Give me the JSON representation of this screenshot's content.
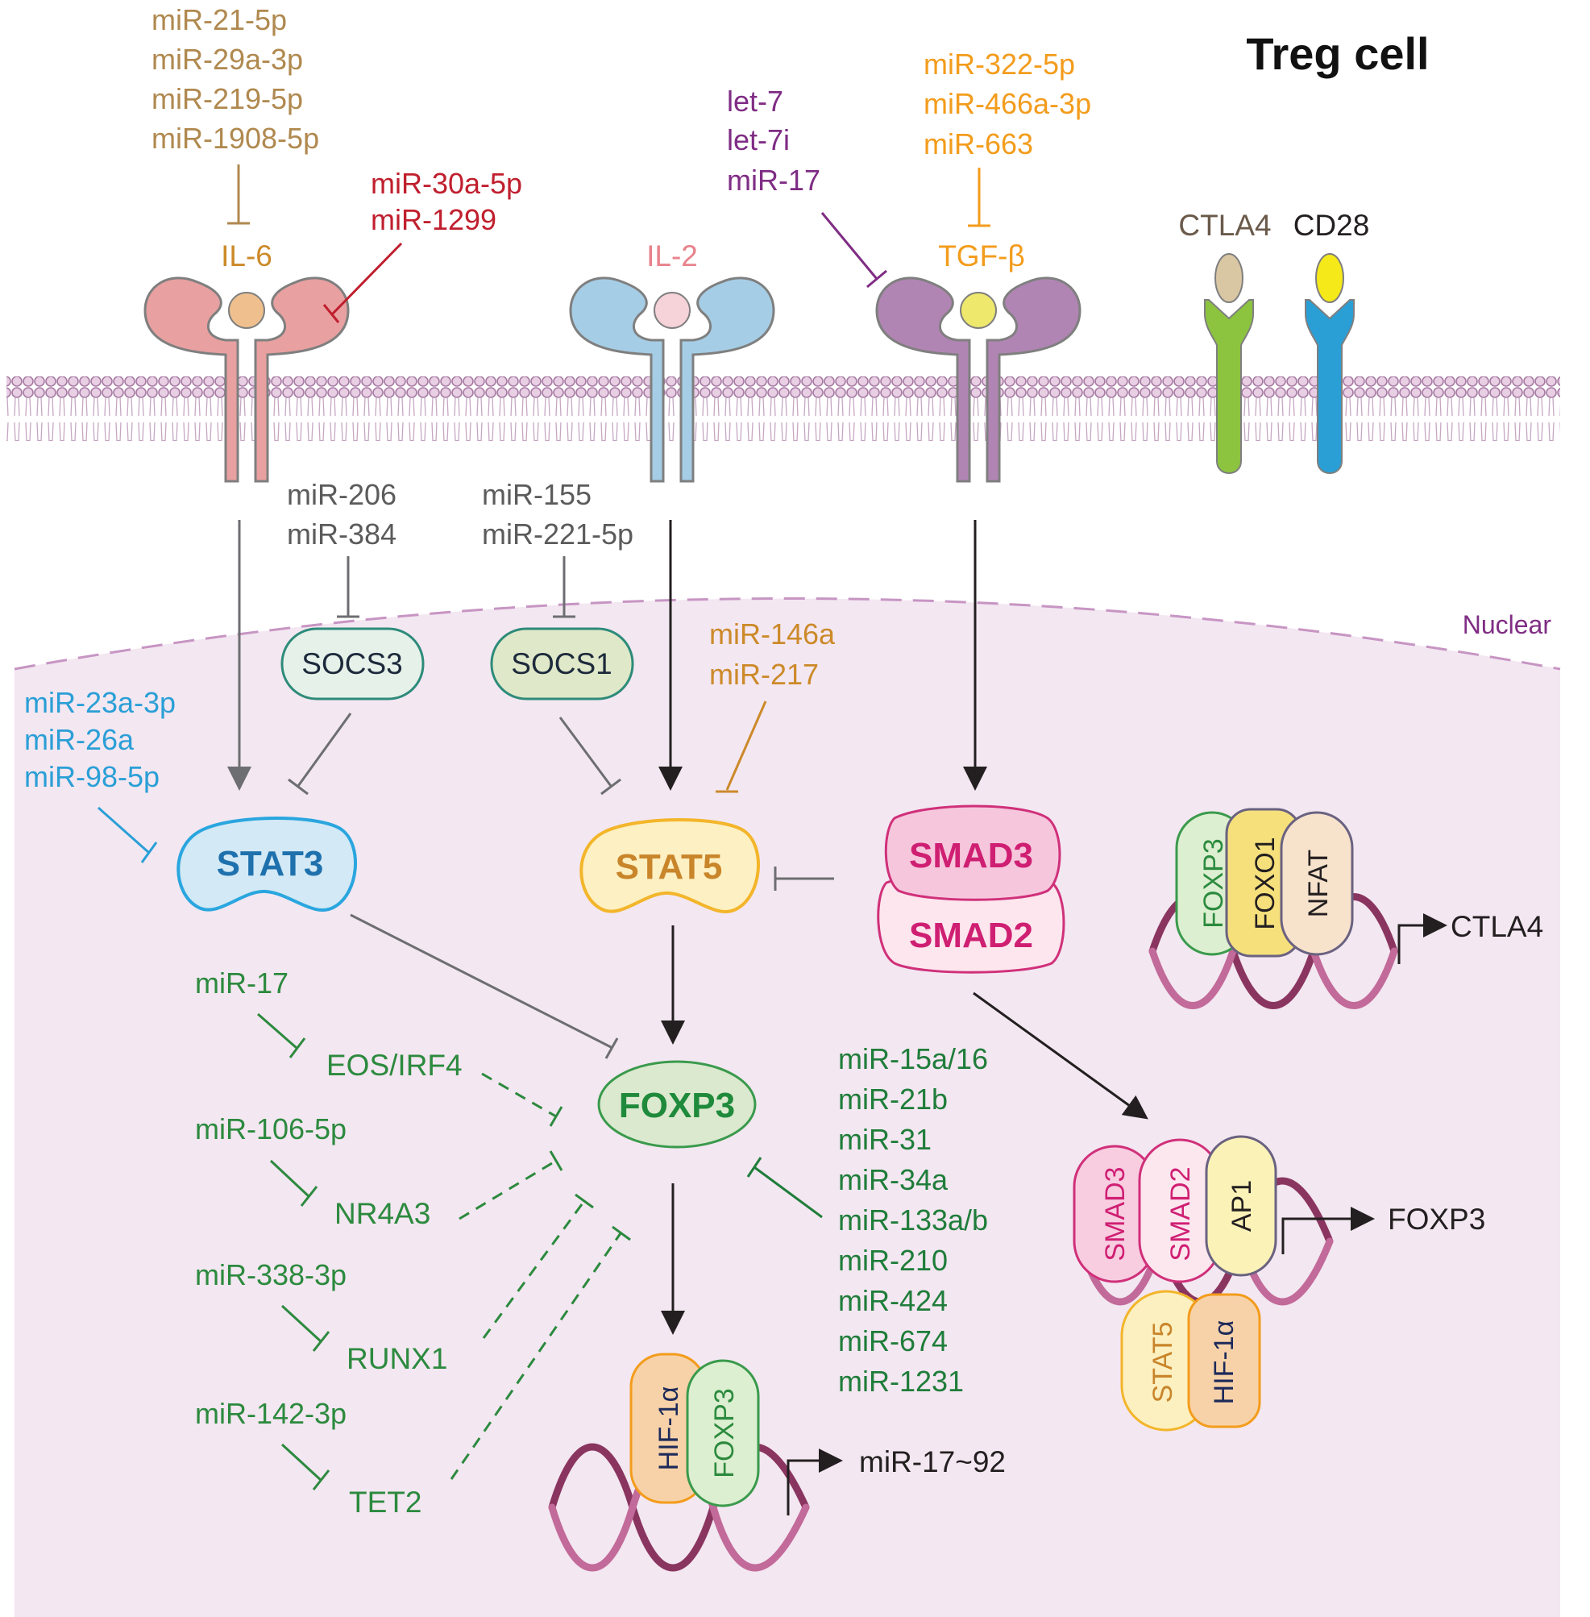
{
  "title": "Treg cell",
  "nuclear_label": "Nuclear",
  "receptors": {
    "il6": {
      "label": "IL-6"
    },
    "il2": {
      "label": "IL-2"
    },
    "tgfb": {
      "label": "TGF-β"
    },
    "ctla4": {
      "label": "CTLA4"
    },
    "cd28": {
      "label": "CD28"
    }
  },
  "mirna_groups": {
    "il6_top": [
      "miR-21-5p",
      "miR-29a-3p",
      "miR-219-5p",
      "miR-1908-5p"
    ],
    "il6_side": [
      "miR-30a-5p",
      "miR-1299"
    ],
    "tgfb_purple": [
      "let-7",
      "let-7i",
      "miR-17"
    ],
    "tgfb_orange": [
      "miR-322-5p",
      "miR-466a-3p",
      "miR-663"
    ],
    "socs3": [
      "miR-206",
      "miR-384"
    ],
    "socs1": [
      "miR-155",
      "miR-221-5p"
    ],
    "stat5": [
      "miR-146a",
      "miR-217"
    ],
    "stat3": [
      "miR-23a-3p",
      "miR-26a",
      "miR-98-5p"
    ],
    "foxp3_right": [
      "miR-15a/16",
      "miR-21b",
      "miR-31",
      "miR-34a",
      "miR-133a/b",
      "miR-210",
      "miR-424",
      "miR-674",
      "miR-1231"
    ],
    "eos": [
      "miR-17"
    ],
    "nr4a3": [
      "miR-106-5p"
    ],
    "runx1": [
      "miR-338-3p"
    ],
    "tet2": [
      "miR-142-3p"
    ]
  },
  "nodes": {
    "socs3": "SOCS3",
    "socs1": "SOCS1",
    "stat3": "STAT3",
    "stat5": "STAT5",
    "smad3": "SMAD3",
    "smad2": "SMAD2",
    "foxp3": "FOXP3",
    "eos_irf4": "EOS/IRF4",
    "nr4a3": "NR4A3",
    "runx1": "RUNX1",
    "tet2": "TET2"
  },
  "complexes": {
    "ctla4_complex": {
      "factors": [
        "FOXP3",
        "FOXO1",
        "NFAT"
      ],
      "target": "CTLA4"
    },
    "foxp3_complex": {
      "factors": [
        "SMAD3",
        "SMAD2",
        "AP1",
        "STAT5",
        "HIF-1α"
      ],
      "target": "FOXP3"
    },
    "mir17_complex": {
      "factors": [
        "HIF-1α",
        "FOXP3"
      ],
      "target": "miR-17~92"
    }
  },
  "colors": {
    "il6": "#e8a0a0",
    "il2": "#a6cde6",
    "tgfb": "#b185b3",
    "nucleus": "#f3e7f1",
    "mir_tan": "#b0894f",
    "mir_red": "#c01f2e",
    "mir_purple": "#7f2d84",
    "mir_orange": "#f39c1c",
    "mir_gray": "#5b5b5b",
    "mir_gold": "#cc8a2a",
    "mir_blue": "#2a9fd6",
    "mir_green": "#2c8a3e"
  }
}
